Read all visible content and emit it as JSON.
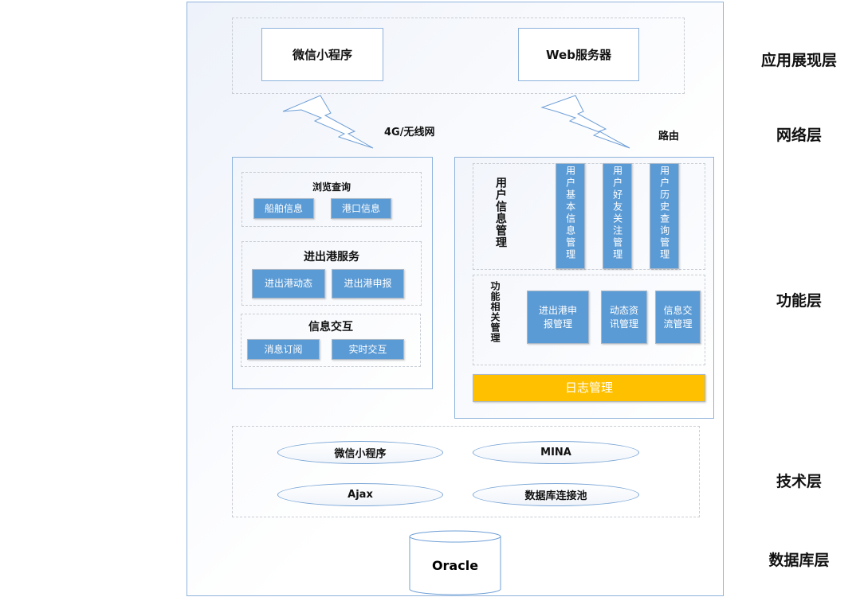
{
  "app_layer": {
    "items": [
      "微信小程序",
      "Web服务器"
    ]
  },
  "network": {
    "left_label": "4G/无线网",
    "right_label": "路由"
  },
  "function_left": {
    "groups": [
      {
        "title": "浏览查询",
        "items": [
          "船舶信息",
          "港口信息"
        ]
      },
      {
        "title": "进出港服务",
        "items": [
          "进出港动态",
          "进出港申报"
        ]
      },
      {
        "title": "信息交互",
        "items": [
          "消息订阅",
          "实时交互"
        ]
      }
    ]
  },
  "function_right": {
    "user_group": {
      "title": "用户信息管理",
      "items": [
        "用户基本信息管理",
        "用户好友关注管理",
        "用户历史查询管理"
      ]
    },
    "func_group": {
      "title": "功能相关管理",
      "items": [
        "进出港申报管理",
        "动态资讯管理",
        "信息交流管理"
      ]
    },
    "log": "日志管理"
  },
  "tech": {
    "items": [
      "微信小程序",
      "MINA",
      "Ajax",
      "数据库连接池"
    ]
  },
  "database": {
    "label": "Oracle"
  },
  "layers": [
    "应用展现层",
    "网络层",
    "功能层",
    "技术层",
    "数据库层"
  ],
  "colors": {
    "button": "#5b9bd5",
    "log": "#ffc000",
    "border": "#8fb3dc"
  }
}
